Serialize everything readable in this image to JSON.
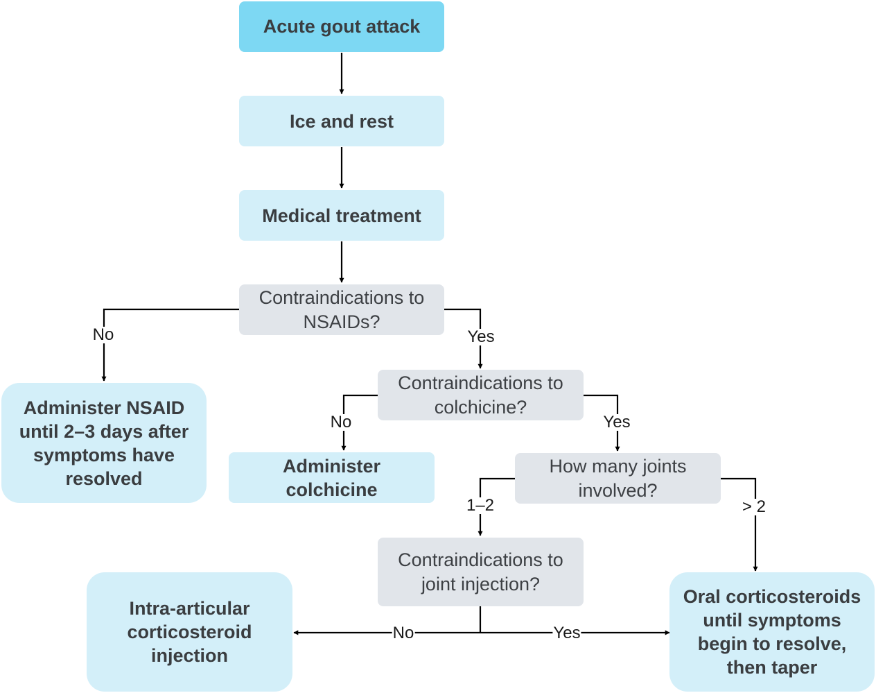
{
  "nodes": {
    "acute": "Acute gout attack",
    "ice": "Ice and rest",
    "medical": "Medical treatment",
    "nsaid_q": [
      "Contraindications to",
      "NSAIDs?"
    ],
    "nsaid_admin": [
      "Administer NSAID",
      "until 2–3 days after",
      "symptoms have",
      "resolved"
    ],
    "colch_q": [
      "Contraindications to",
      "colchicine?"
    ],
    "colch_admin": [
      "Administer",
      "colchicine"
    ],
    "joints_q": [
      "How many joints",
      "involved?"
    ],
    "inj_q": [
      "Contraindications to",
      "joint injection?"
    ],
    "intra": [
      "Intra-articular",
      "corticosteroid",
      "injection"
    ],
    "oral": [
      "Oral corticosteroids",
      "until symptoms",
      "begin to resolve,",
      "then taper"
    ]
  },
  "labels": {
    "nsaid_no": "No",
    "nsaid_yes": "Yes",
    "colch_no": "No",
    "colch_yes": "Yes",
    "joints_few": "1–2",
    "joints_many": "> 2",
    "inj_no": "No",
    "inj_yes": "Yes"
  }
}
